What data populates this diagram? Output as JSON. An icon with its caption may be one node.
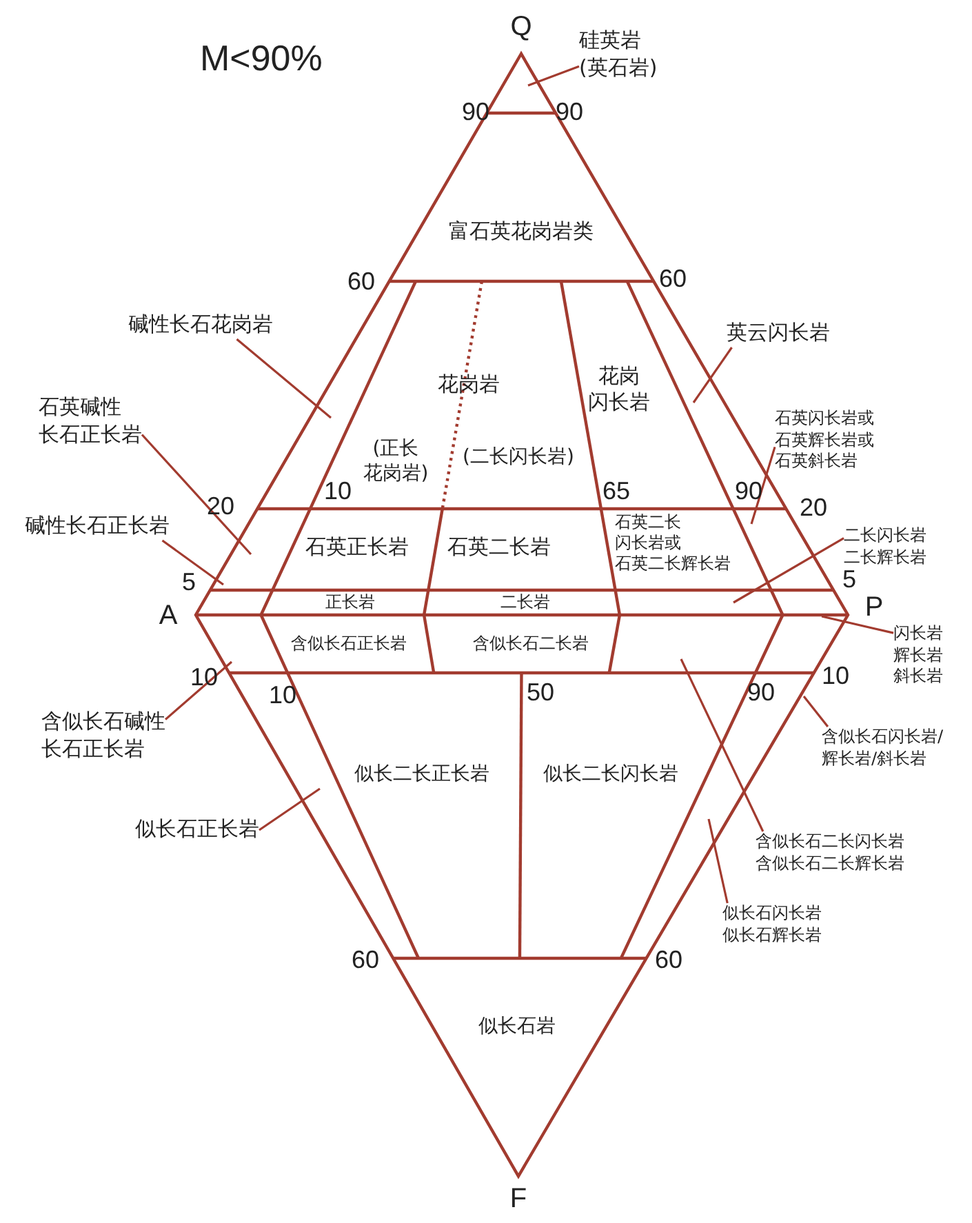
{
  "diagram": {
    "title": "M<90%",
    "nodes": [
      {
        "text": [
          "硅英岩(英石岩)"
        ]
      },
      {
        "text": [
          "碱性长石花岗岩"
        ]
      },
      {
        "text": [
          "英云闪长岩"
        ]
      },
      {
        "text": [
          "石英碱性长石正长岩"
        ]
      },
      {
        "text": [
          "石英闪长岩或石英辉长岩或石英斜长岩"
        ]
      },
      {
        "text": [
          "碱性长石正长岩"
        ]
      },
      {
        "text": [
          "二长闪长岩二长辉长岩"
        ]
      },
      {
        "text": [
          "闪长岩辉长岩斜长岩"
        ]
      },
      {
        "text": [
          "含似长石碱性长石正长岩"
        ]
      },
      {
        "text": [
          "含似长石闪长岩/辉长岩/斜长岩"
        ]
      },
      {
        "text": [
          "含似长石二长闪长岩含似长石二长辉长岩"
        ]
      },
      {
        "text": [
          "似长石正长岩"
        ]
      },
      {
        "text": [
          "似长石闪长岩似长石辉长岩"
        ]
      }
    ],
    "edges": [
      {
        "from": 0,
        "to": null,
        "arrow": "none"
      },
      {
        "from": 1,
        "to": null,
        "arrow": "none"
      },
      {
        "from": 2,
        "to": null,
        "arrow": "none"
      },
      {
        "from": 3,
        "to": null,
        "arrow": "none"
      },
      {
        "from": 4,
        "to": null,
        "arrow": "none"
      },
      {
        "from": 5,
        "to": null,
        "arrow": "none"
      },
      {
        "from": 6,
        "to": null,
        "arrow": "none"
      },
      {
        "from": 7,
        "to": null,
        "arrow": "none"
      },
      {
        "from": 8,
        "to": null,
        "arrow": "none"
      },
      {
        "from": 9,
        "to": null,
        "arrow": "none"
      },
      {
        "from": 10,
        "to": null,
        "arrow": "none"
      },
      {
        "from": 11,
        "to": null,
        "arrow": "none"
      },
      {
        "from": 12,
        "to": null,
        "arrow": "none"
      }
    ],
    "labels": [
      "Q",
      "90",
      "90",
      "富石英花岗岩类",
      "60",
      "60",
      "花岗岩",
      "花岗闪长岩",
      "(正长花岗岩)",
      "(二长闪长岩)",
      "20",
      "10",
      "65",
      "90",
      "20",
      "石英正长岩",
      "石英二长岩",
      "石英二长闪长岩或石英二长辉长岩",
      "5",
      "正长岩",
      "二长岩",
      "5",
      "A",
      "P",
      "含似长石正长岩",
      "含似长石二长岩",
      "10",
      "10",
      "50",
      "90",
      "10",
      "似长二长正长岩",
      "似长二长闪长岩",
      "60",
      "60",
      "似长石岩",
      "F"
    ]
  }
}
